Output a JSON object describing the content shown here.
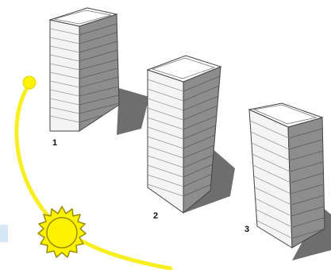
{
  "buildings": [
    {
      "label": "1"
    },
    {
      "label": "2"
    },
    {
      "label": "3"
    }
  ],
  "icons": {
    "sun_small": "sun-icon",
    "sun_large": "sun-icon"
  },
  "colors": {
    "sun_arc": "#f7ef22",
    "sun_fill": "#fff200",
    "sun_outline": "#9a8c00",
    "building_front": "#f4f4f4",
    "building_side": "#8d8d8d",
    "building_top": "#ffffff",
    "shadow": "#6e6e6e"
  }
}
